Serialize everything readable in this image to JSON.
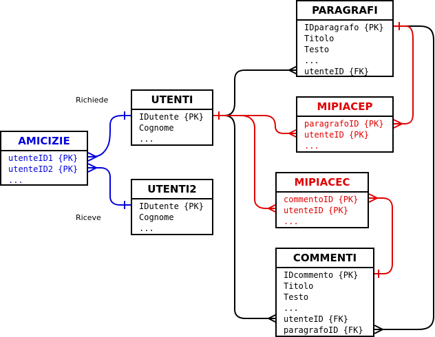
{
  "entities": {
    "amicizie": {
      "title": "AMICIZIE",
      "fields": [
        "utenteID1 {PK}",
        "utenteID2 {PK}",
        "..."
      ]
    },
    "utenti": {
      "title": "UTENTI",
      "fields": [
        "IDutente {PK}",
        "Cognome",
        "..."
      ]
    },
    "utenti2": {
      "title": "UTENTI2",
      "fields": [
        "IDutente {PK}",
        "Cognome",
        "..."
      ]
    },
    "paragrafi": {
      "title": "PARAGRAFI",
      "fields": [
        "IDparagrafo {PK}",
        "Titolo",
        "Testo",
        "...",
        "utenteID {FK}"
      ]
    },
    "mipiacep": {
      "title": "MIPIACEP",
      "fields": [
        "paragrafoID {PK}",
        "utenteID {PK}",
        "..."
      ]
    },
    "mipiacec": {
      "title": "MIPIACEC",
      "fields": [
        "commentoID {PK}",
        "utenteID {PK}",
        "..."
      ]
    },
    "commenti": {
      "title": "COMMENTI",
      "fields": [
        "IDcommento {PK}",
        "Titolo",
        "Testo",
        "...",
        "utenteID {FK}",
        "paragrafoID {FK}"
      ]
    }
  },
  "labels": {
    "richiede": "Richiede",
    "riceve": "Riceve"
  },
  "colors": {
    "black": "#000000",
    "red": "#e00000",
    "blue": "#0000dd"
  }
}
